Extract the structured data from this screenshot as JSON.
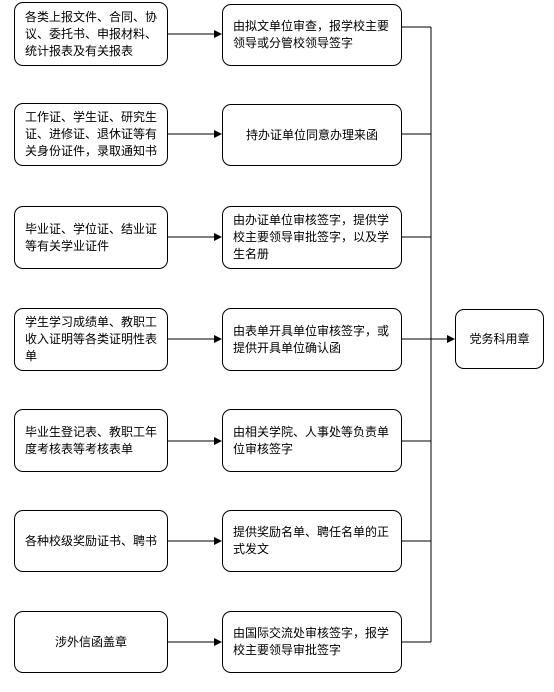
{
  "rows": [
    {
      "source": "各类上报文件、合同、协议、委托书、申报材料、统计报表及有关报表",
      "review": "由拟文单位审查，报学校主要领导或分管校领导签字"
    },
    {
      "source": "工作证、学生证、研究生证、进修证、退休证等有关身份证件，录取通知书",
      "review": "持办证单位同意办理来函"
    },
    {
      "source": "毕业证、学位证、结业证等有关学业证件",
      "review": "由办证单位审核签字，提供学校主要领导审批签字，以及学生名册"
    },
    {
      "source": "学生学习成绩单、教职工收入证明等各类证明性表单",
      "review": "由表单开具单位审核签字，或提供开具单位确认函"
    },
    {
      "source": "毕业生登记表、教职工年度考核表等考核表单",
      "review": "由相关学院、人事处等负责单位审核签字"
    },
    {
      "source": "各种校级奖励证书、聘书",
      "review": "提供奖励名单、聘任名单的正式发文"
    },
    {
      "source": "涉外信函盖章",
      "review": "由国际交流处审核签字，报学校主要领导审批签字"
    }
  ],
  "target": "党务科用章"
}
